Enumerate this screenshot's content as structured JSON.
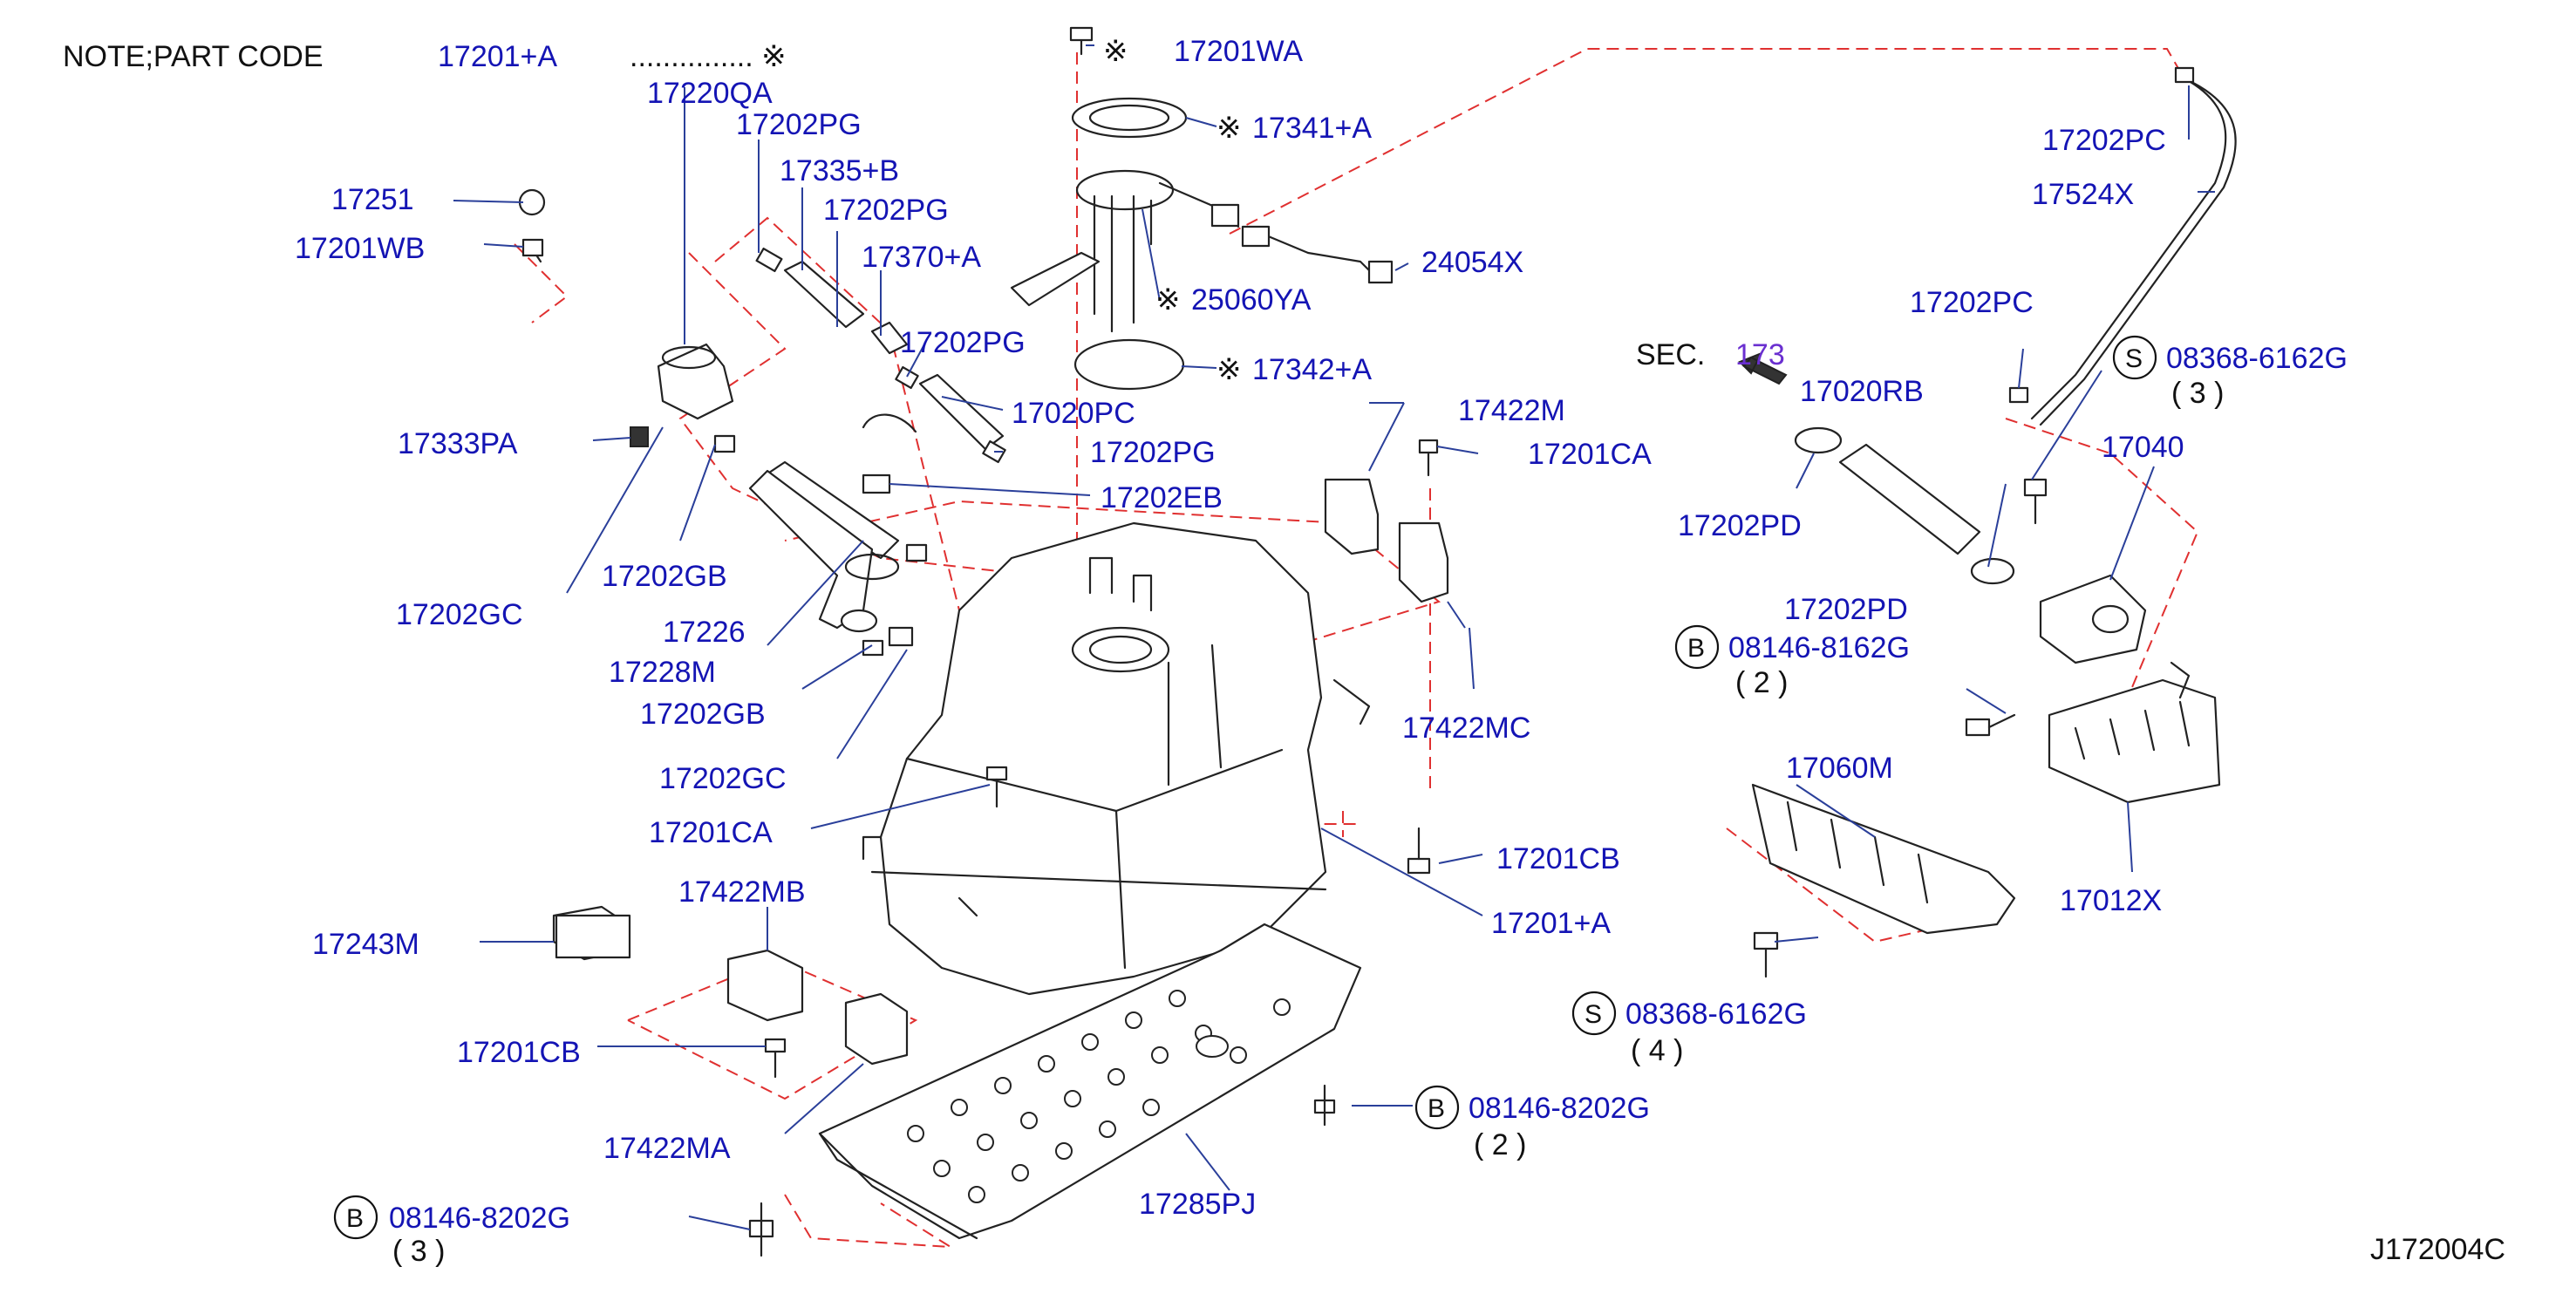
{
  "note": {
    "prefix": "NOTE;PART   CODE",
    "code": "17201+A",
    "dots": "............... ※"
  },
  "callouts": [
    {
      "id": "17201WA",
      "mark": "※ "
    },
    {
      "id": "17341+A",
      "mark": "※ "
    },
    {
      "id": "25060YA",
      "mark": "※ "
    },
    {
      "id": "17342+A",
      "mark": "※ "
    }
  ],
  "labels": {
    "p17220QA": "17220QA",
    "p17202PG_a": "17202PG",
    "p17335B": "17335+B",
    "p17202PG_b": "17202PG",
    "p17370A": "17370+A",
    "p17202PG_c": "17202PG",
    "p17020PC": "17020PC",
    "p17202PG_d": "17202PG",
    "p17202EB": "17202EB",
    "p17251": "17251",
    "p17201WB": "17201WB",
    "p17333PA": "17333PA",
    "p17202GB_a": "17202GB",
    "p17202GC_a": "17202GC",
    "p17226": "17226",
    "p17228M": "17228M",
    "p17202GB_b": "17202GB",
    "p17202GC_b": "17202GC",
    "p17201CA_a": "17201CA",
    "p17422MB": "17422MB",
    "p17243M": "17243M",
    "p17201CB_a": "17201CB",
    "p17422MA": "17422MA",
    "p17285PJ": "17285PJ",
    "p24054X": "24054X",
    "p17422M": "17422M",
    "p17201CA_b": "17201CA",
    "p17422MC": "17422MC",
    "p17201CB_b": "17201CB",
    "p17201A": "17201+A",
    "p17202PC_a": "17202PC",
    "p17524X": "17524X",
    "p17202PC_b": "17202PC",
    "p17020RB": "17020RB",
    "p17202PD_a": "17202PD",
    "p17040": "17040",
    "p17202PD_b": "17202PD",
    "p17060M": "17060M",
    "p17012X": "17012X"
  },
  "section_ref": {
    "prefix": "SEC.",
    "number": "173"
  },
  "fasteners": [
    {
      "letter": "S",
      "code": "08368-6162G",
      "qty": "( 3 )"
    },
    {
      "letter": "B",
      "code": "08146-8162G",
      "qty": "( 2 )"
    },
    {
      "letter": "S",
      "code": "08368-6162G",
      "qty": "( 4 )"
    },
    {
      "letter": "B",
      "code": "08146-8202G",
      "qty": "( 2 )"
    },
    {
      "letter": "B",
      "code": "08146-8202G",
      "qty": "( 3 )"
    }
  ],
  "diagram_id": "J172004C",
  "colors": {
    "label": "#1414b4",
    "leader": "#2a3f9a",
    "dash": "#e03030",
    "line": "#222222"
  }
}
